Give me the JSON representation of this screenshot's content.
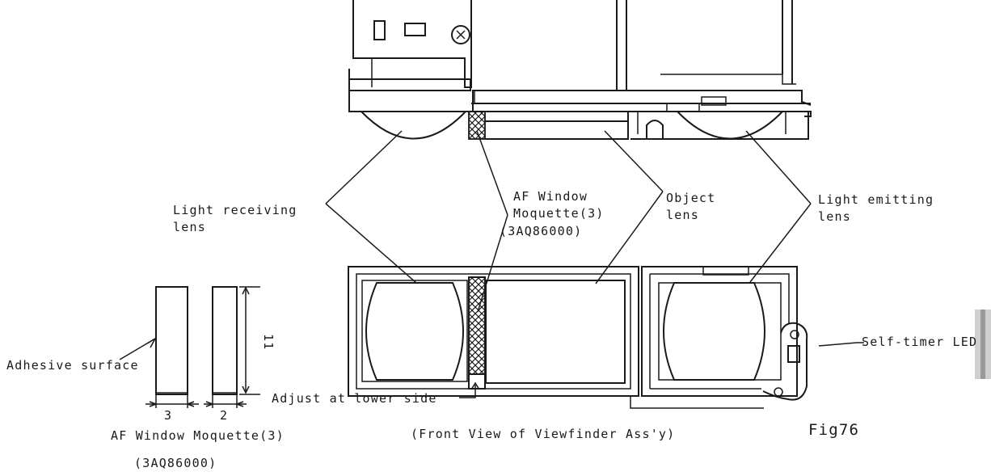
{
  "labels": {
    "light_receiving": [
      "Light receiving",
      "lens"
    ],
    "af_window": [
      "AF Window",
      "Moquette(3)",
      "(3AQ86000)"
    ],
    "object_lens": [
      "Object",
      "lens"
    ],
    "light_emitting": [
      "Light emitting",
      "lens"
    ],
    "self_timer": "Self-timer LED",
    "adhesive": "Adhesive surface",
    "adjust": "Adjust at lower side",
    "front_view": "(Front View of Viewfinder Ass'y)",
    "fig_number": "Fig76"
  },
  "part_drawing": {
    "width_left": "3",
    "width_right": "2",
    "height": "11",
    "caption": [
      "AF Window Moquette(3)",
      "(3AQ86000)"
    ]
  }
}
